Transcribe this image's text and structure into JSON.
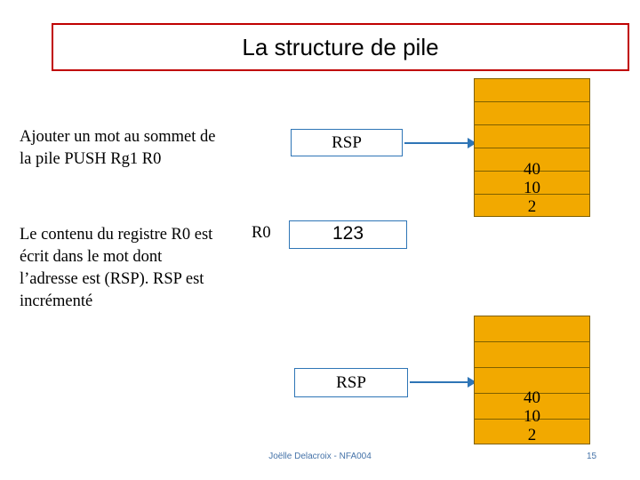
{
  "slide": {
    "title": "La structure de pile",
    "title_border_color": "#c00000",
    "accent_color": "#2e75b6",
    "stack_fill_color": "#f2a900",
    "stack_border_color": "#7f6000",
    "footer_color": "#4472a8"
  },
  "body": {
    "paragraph1": "Ajouter un mot au sommet de la pile PUSH Rg1 R0",
    "paragraph2": "Le contenu du registre R0 est écrit dans le mot dont l’adresse est (RSP). RSP est incrémenté"
  },
  "labels": {
    "rsp_top": "RSP",
    "rsp_bottom": "RSP",
    "r0": "R0",
    "r0_value": "123"
  },
  "stack_top": {
    "cells": 6,
    "values": [
      "40",
      "10",
      "2"
    ]
  },
  "stack_bottom": {
    "cells": 5,
    "values": [
      "40",
      "10",
      "2"
    ]
  },
  "footer": {
    "author": "Joëlle Delacroix - NFA004",
    "page": "15"
  }
}
